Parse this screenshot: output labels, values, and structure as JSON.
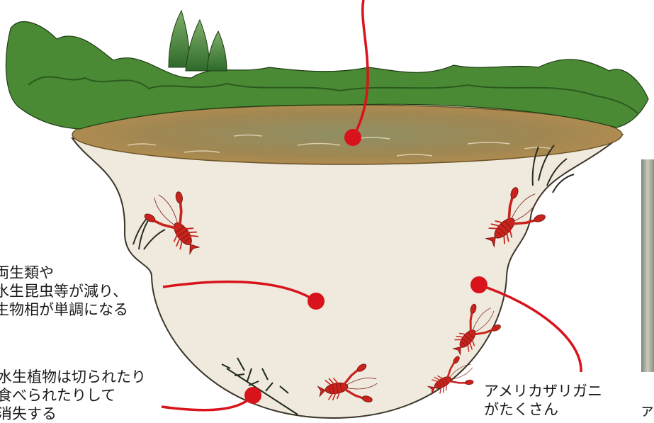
{
  "labels": {
    "fauna": {
      "line1": "両生類や",
      "line2": "水生昆虫等が減り、",
      "line3": "生物相が単調になる"
    },
    "plants": {
      "line1": "水生植物は切られたり",
      "line2": "食べられたりして",
      "line3": "消失する"
    },
    "crayfish": {
      "line1": "アメリカザリガニ",
      "line2": "がたくさん"
    },
    "clipped_right": "ァ"
  },
  "colors": {
    "callout": "#d8131b",
    "crayfish": "#c8231d",
    "pond_body": "#efeadd",
    "pond_outline": "#3b3429",
    "water": "#a58a52",
    "vegetation": "#3f7a2c",
    "photo_edge": "#9aa191"
  },
  "icons": {
    "crayfish": "crayfish-icon",
    "callout_dot": "callout-dot-icon"
  }
}
